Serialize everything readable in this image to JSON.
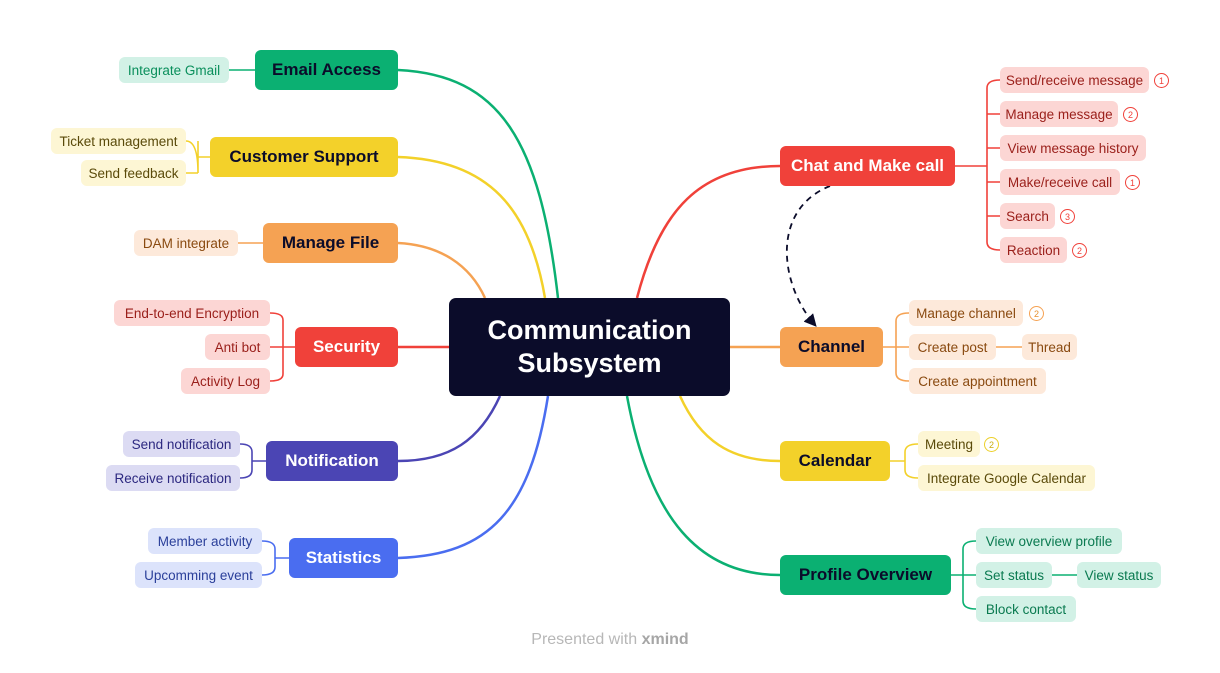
{
  "central": {
    "line1": "Communication",
    "line2": "Subsystem"
  },
  "branches": {
    "email_access": {
      "label": "Email Access",
      "children": [
        "Integrate Gmail"
      ]
    },
    "customer_support": {
      "label": "Customer Support",
      "children": [
        "Ticket management",
        "Send feedback"
      ]
    },
    "manage_file": {
      "label": "Manage File",
      "children": [
        "DAM integrate"
      ]
    },
    "security": {
      "label": "Security",
      "children": [
        "End-to-end Encryption",
        "Anti bot",
        "Activity Log"
      ]
    },
    "notification": {
      "label": "Notification",
      "children": [
        "Send notification",
        "Receive notification"
      ]
    },
    "statistics": {
      "label": "Statistics",
      "children": [
        "Member activity",
        "Upcomming event"
      ]
    },
    "chat": {
      "label": "Chat and Make call",
      "children": [
        "Send/receive message",
        "Manage message",
        "View message history",
        "Make/receive call",
        "Search",
        "Reaction"
      ],
      "badges": [
        "1",
        "2",
        "1",
        "3",
        "2"
      ]
    },
    "channel": {
      "label": "Channel",
      "children": [
        "Manage channel",
        "Create post",
        "Create appointment"
      ],
      "grandchildren": [
        "Thread"
      ],
      "badges": [
        "2"
      ]
    },
    "calendar": {
      "label": "Calendar",
      "children": [
        "Meeting",
        "Integrate Google Calendar"
      ],
      "badges": [
        "2"
      ]
    },
    "profile": {
      "label": "Profile Overview",
      "children": [
        "View overview profile",
        "Set status",
        "Block contact"
      ],
      "grandchildren": [
        "View status"
      ]
    }
  },
  "footer": {
    "prefix": "Presented with",
    "brand": "xmind"
  },
  "colors": {
    "central": "#0b0c2a",
    "email_access": "#0bb072",
    "customer_support": "#f3d12a",
    "manage_file": "#f5a253",
    "security": "#f0413a",
    "notification": "#4b45b4",
    "statistics": "#4a6df0",
    "chat": "#f0413a",
    "channel": "#f5a253",
    "calendar": "#f3d12a",
    "profile": "#0bb072"
  }
}
